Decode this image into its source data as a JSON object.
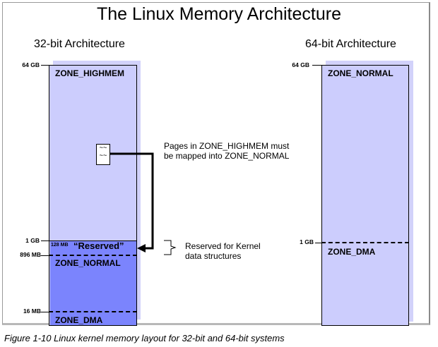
{
  "title": "The Linux Memory Architecture",
  "left": {
    "heading": "32-bit Architecture",
    "ticks": {
      "top": "64 GB",
      "one_gb": "1 GB",
      "mb896": "896 MB",
      "mb16": "16 MB"
    },
    "zones": {
      "highmem": "ZONE_HIGHMEM",
      "normal": "ZONE_NORMAL",
      "dma": "ZONE_DMA"
    },
    "reserved_size": "128 MB",
    "reserved_label": "“Reserved”",
    "page_glyph": "~~\n~~"
  },
  "right": {
    "heading": "64-bit Architecture",
    "ticks": {
      "top": "64 GB",
      "one_gb": "1 GB"
    },
    "zones": {
      "normal": "ZONE_NORMAL",
      "dma": "ZONE_DMA"
    }
  },
  "notes": {
    "mapping": "Pages in ZONE_HIGHMEM must be mapped into ZONE_NORMAL",
    "reserved": "Reserved for Kernel data structures"
  },
  "caption": "Figure 1-10   Linux kernel memory layout for 32-bit and 64-bit systems",
  "colors": {
    "light_zone": "#cccdfd",
    "dark_zone": "#7b84fd",
    "shadow": "#d2d2fa"
  }
}
